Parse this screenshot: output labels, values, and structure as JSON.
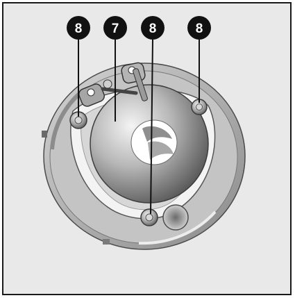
{
  "callouts": [
    {
      "id": "c1",
      "label": "8"
    },
    {
      "id": "c2",
      "label": "7"
    },
    {
      "id": "c3",
      "label": "8"
    },
    {
      "id": "c4",
      "label": "8"
    }
  ],
  "colors": {
    "background": "#e9e9e9",
    "frame": "#1a1a1a",
    "badge": "#111111",
    "metal_light": "#f4f4f4",
    "metal_dark": "#555555"
  }
}
